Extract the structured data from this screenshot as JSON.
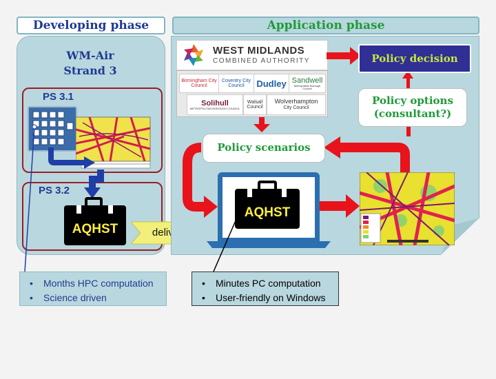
{
  "headers": {
    "developing": "Developing phase",
    "application": "Application phase"
  },
  "dev": {
    "title_line1": "WM-Air",
    "title_line2": "Strand 3",
    "ps31": "PS 3.1",
    "ps32": "PS 3.2",
    "tool_label": "AQHST",
    "deliver_label": "deliver"
  },
  "app": {
    "wmca_line1": "WEST MIDLANDS",
    "wmca_line2": "COMBINED AUTHORITY",
    "councils": {
      "birmingham": "Birmingham City Council",
      "coventry": "Coventry City Council",
      "dudley": "Dudley",
      "sandwell": "Sandwell",
      "sandwell_sub": "Metropolitan Borough Council",
      "solihull": "Solihull",
      "solihull_sub": "METROPOLITAN BOROUGH COUNCIL",
      "walsall": "Walsall Council",
      "wolverhampton": "Wolverhampton",
      "wolverhampton_sub": "City Council"
    },
    "policy_decision": "Policy decision",
    "policy_options_line1": "Policy options",
    "policy_options_line2": "(consultant?)",
    "policy_scenarios": "Policy scenarios",
    "tool_label": "AQHST"
  },
  "notes": {
    "left": [
      "Months HPC computation",
      "Science driven"
    ],
    "right": [
      "Minutes PC computation",
      "User-friendly on Windows"
    ]
  },
  "colors": {
    "panel": "#b9d7de",
    "header_text": "#1f3a93",
    "application_header_text": "#1e9a38",
    "arrow_red": "#e8131b",
    "arrow_blue": "#1e3fa6",
    "decision_box": "#2f2f95",
    "decision_text": "#c8e640",
    "deliver_arrow": "#f2f07a"
  }
}
